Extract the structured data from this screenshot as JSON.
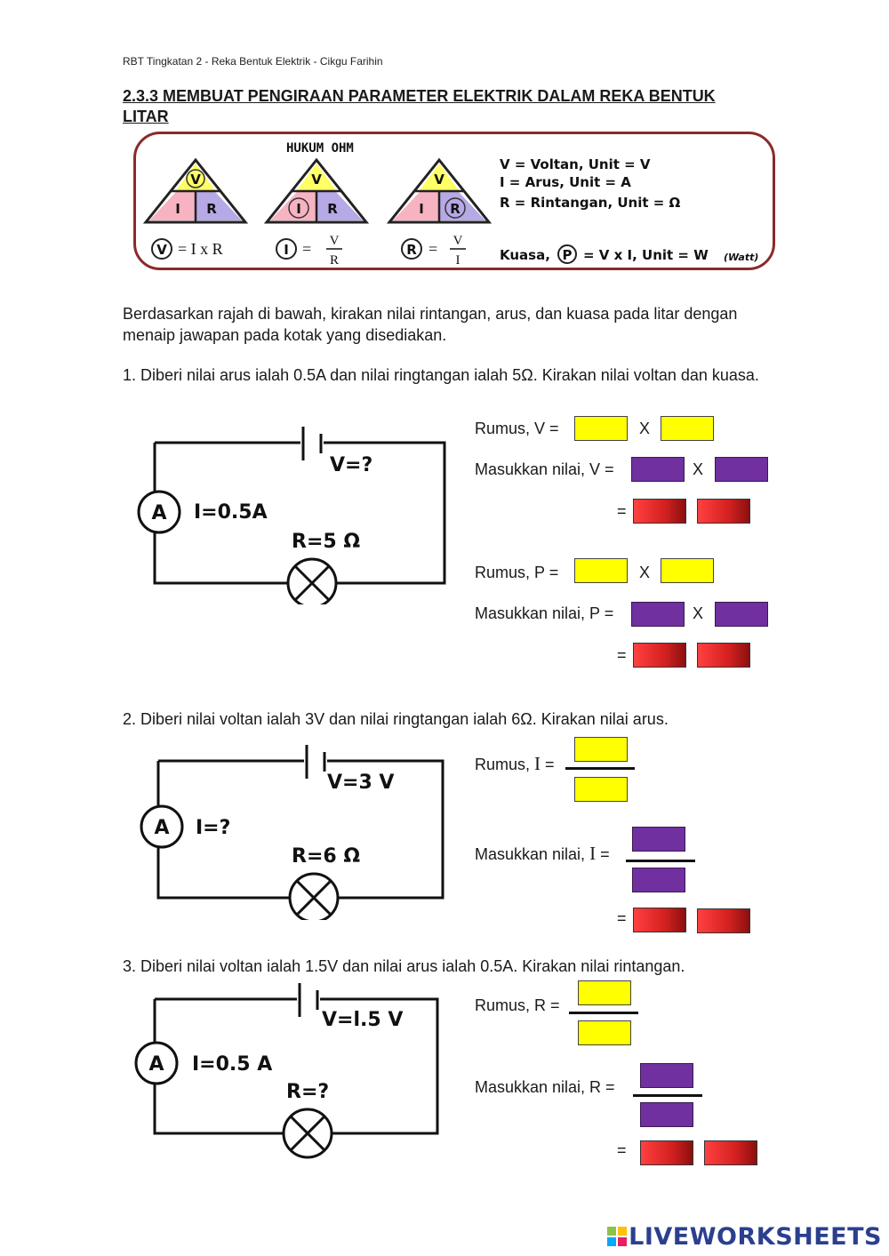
{
  "header": "RBT Tingkatan 2 - Reka Bentuk Elektrik - Cikgu Farihin",
  "title": "2.3.3 MEMBUAT PENGIRAAN PARAMETER ELEKTRIK DALAM REKA BENTUK LITAR",
  "ohm_panel": {
    "heading": "HUKUM OHM",
    "triangle_letters": {
      "top": "V",
      "left": "I",
      "right": "R"
    },
    "formula_v": {
      "subject": "V",
      "rhs": "= I x R"
    },
    "formula_i": {
      "subject": "I",
      "eq": "=",
      "num": "V",
      "den": "R"
    },
    "formula_r": {
      "subject": "R",
      "eq": "=",
      "num": "V",
      "den": "I"
    },
    "legend": [
      "V = Voltan, Unit = V",
      "I = Arus, Unit = A",
      "R = Rintangan, Unit = Ω"
    ],
    "power": {
      "prefix": "Kuasa,",
      "symbol": "P",
      "rhs": "= V x I, Unit = W",
      "unit_note": "(Watt)"
    }
  },
  "intro": "Berdasarkan rajah di bawah, kirakan nilai rintangan, arus, dan kuasa pada litar dengan menaip jawapan pada kotak yang disediakan.",
  "questions": [
    {
      "text": "1.  Diberi nilai arus ialah 0.5A dan nilai ringtangan ialah 5Ω. Kirakan nilai voltan dan kuasa.",
      "circuit": {
        "ammeter": "A",
        "voltage": "V=?",
        "current": "I=0.5A",
        "resistance": "R=5 Ω"
      },
      "rumus_v": "Rumus, V =",
      "masukkan_v": "Masukkan nilai, V =",
      "rumus_p": "Rumus, P =",
      "masukkan_p": "Masukkan nilai, P =",
      "times": "X",
      "equals": "="
    },
    {
      "text": "2.  Diberi nilai voltan ialah 3V dan nilai ringtangan ialah 6Ω. Kirakan nilai arus.",
      "circuit": {
        "ammeter": "A",
        "voltage": "V=3 V",
        "current": "I=?",
        "resistance": "R=6 Ω"
      },
      "rumus_prefix": "Rumus,",
      "masukkan_prefix": "Masukkan nilai,",
      "symbol": "I",
      "eq": "=",
      "equals": "="
    },
    {
      "text": "3.  Diberi nilai voltan ialah 1.5V dan nilai arus ialah 0.5A. Kirakan nilai rintangan.",
      "circuit": {
        "ammeter": "A",
        "voltage": "V=l.5 V",
        "current": "I=0.5 A",
        "resistance": "R=?"
      },
      "rumus": "Rumus, R =",
      "masukkan": "Masukkan nilai, R =",
      "equals": "="
    }
  ],
  "colors": {
    "yellow": "#ffff00",
    "purple": "#7030a0",
    "red": "#e02a2a",
    "border": "#8b2a2a"
  },
  "footer_logo": "LIVEWORKSHEETS"
}
